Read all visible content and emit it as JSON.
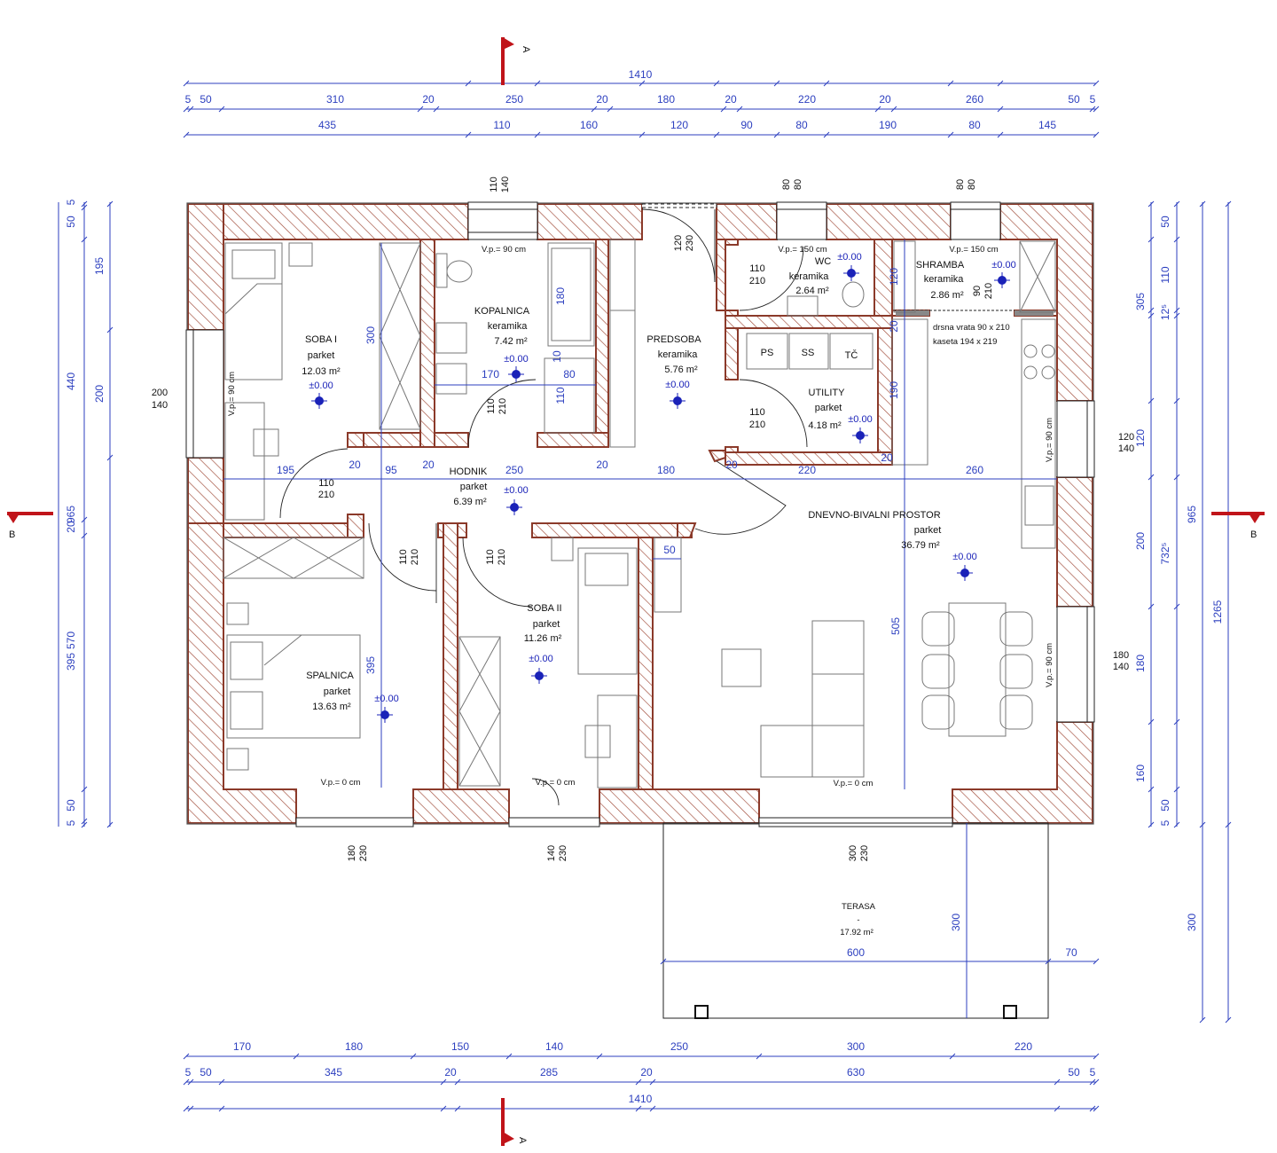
{
  "dims": {
    "top_total": "1410",
    "top_row1": [
      "5",
      "50",
      "310",
      "20",
      "250",
      "20",
      "180",
      "20",
      "220",
      "20",
      "260",
      "50",
      "5"
    ],
    "top_row2": [
      "435",
      "110",
      "160",
      "120",
      "90",
      "80",
      "190",
      "80",
      "145"
    ],
    "bottom_row1": [
      "170",
      "180",
      "150",
      "140",
      "250",
      "300",
      "220"
    ],
    "bottom_row2": [
      "5",
      "50",
      "345",
      "20",
      "285",
      "20",
      "630",
      "50",
      "5"
    ],
    "bottom_total": "1410",
    "left_outer": [
      "5",
      "50",
      "965",
      "20",
      "395",
      "50",
      "5"
    ],
    "left_inner": [
      "195",
      "440",
      "200",
      "570"
    ],
    "right_inner": [
      "50",
      "110",
      "305",
      "12⁵",
      "120",
      "200",
      "732⁵",
      "180",
      "160",
      "50",
      "5"
    ],
    "right_outer": [
      "965",
      "1265",
      "300"
    ],
    "terrace": [
      "600",
      "70",
      "300"
    ],
    "interior": [
      "195",
      "20",
      "95",
      "20",
      "250",
      "20",
      "180",
      "20",
      "220",
      "20",
      "260",
      "300",
      "170",
      "80",
      "180",
      "10",
      "110",
      "190",
      "120",
      "20",
      "505",
      "395",
      "50"
    ]
  },
  "rooms": [
    {
      "name": "SOBA I",
      "finish": "parket",
      "area": "12.03 m²",
      "level": "±0.00"
    },
    {
      "name": "KOPALNICA",
      "finish": "keramika",
      "area": "7.42 m²",
      "level": "±0.00"
    },
    {
      "name": "PREDSOBA",
      "finish": "keramika",
      "area": "5.76 m²",
      "level": "±0.00"
    },
    {
      "name": "WC",
      "finish": "keramika",
      "area": "2.64 m²",
      "level": "±0.00"
    },
    {
      "name": "SHRAMBA",
      "finish": "keramika",
      "area": "2.86 m²",
      "level": "±0.00"
    },
    {
      "name": "UTILITY",
      "finish": "parket",
      "area": "4.18 m²",
      "level": "±0.00"
    },
    {
      "name": "HODNIK",
      "finish": "parket",
      "area": "6.39 m²",
      "level": "±0.00"
    },
    {
      "name": "DNEVNO-BIVALNI PROSTOR",
      "finish": "parket",
      "area": "36.79 m²",
      "level": "±0.00"
    },
    {
      "name": "SPALNICA",
      "finish": "parket",
      "area": "13.63 m²",
      "level": "±0.00"
    },
    {
      "name": "SOBA II",
      "finish": "parket",
      "area": "11.26 m²",
      "level": "±0.00"
    },
    {
      "name": "TERASA",
      "finish": "-",
      "area": "17.92 m²",
      "level": ""
    }
  ],
  "openings": [
    "110",
    "140",
    "80",
    "80",
    "80",
    "80",
    "120",
    "230",
    "200",
    "140",
    "120",
    "140",
    "180",
    "140",
    "180",
    "230",
    "140",
    "230",
    "300",
    "230",
    "110",
    "210",
    "110",
    "210",
    "110",
    "210",
    "110",
    "210",
    "110",
    "210",
    "110",
    "210",
    "90",
    "210"
  ],
  "sill_notes": [
    "V.p.= 90 cm",
    "V.p.= 150 cm",
    "V.p.= 150 cm",
    "V.p.= 90 cm",
    "V.p.= 90 cm",
    "V.p.= 90 cm",
    "V.p.= 0 cm",
    "V.p.= 0 cm",
    "V.p.= 0 cm"
  ],
  "notes": {
    "sliding_door": "drsna vrata 90 x 210",
    "cassette": "kaseta 194 x 219",
    "utility_ps": "PS",
    "utility_ss": "SS",
    "utility_tc": "TČ",
    "section_a": "A",
    "section_b": "B"
  },
  "colors": {
    "wall": "#8b3a2a",
    "dimension": "#2c3fbf",
    "level_marker": "#1a22b8",
    "section_marker": "#c0141a"
  }
}
